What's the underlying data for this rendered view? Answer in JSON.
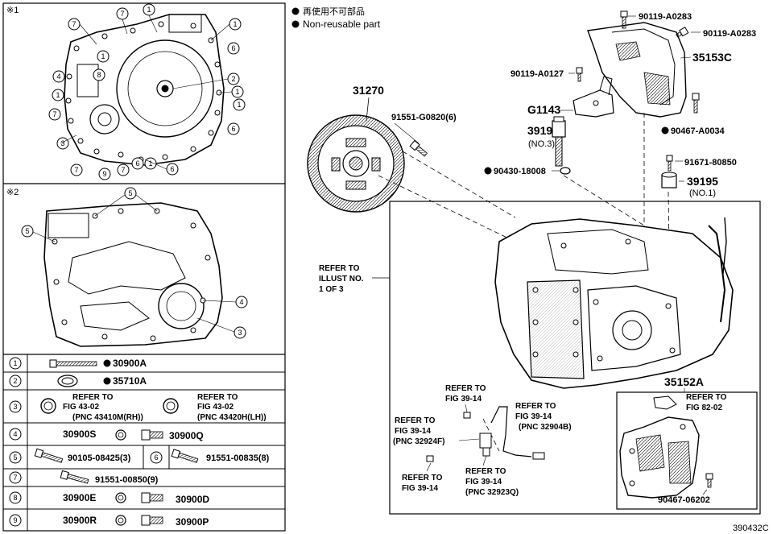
{
  "figure_id": "390432C",
  "legend": {
    "items": [
      {
        "text": "再使用不可部品"
      },
      {
        "text": "Non-reusable part"
      }
    ]
  },
  "insets": {
    "inset1_mark": "※1",
    "inset2_mark": "※2",
    "inset1_callouts": [
      "7",
      "1",
      "1",
      "7",
      "1",
      "6",
      "4",
      "8",
      "2",
      "7",
      "1",
      "1",
      "1",
      "6",
      "3",
      "7",
      "9",
      "7",
      "6",
      "1",
      "6"
    ],
    "inset2_callouts": [
      "5",
      "5",
      "4",
      "3"
    ]
  },
  "table": {
    "rows": [
      {
        "num": "1",
        "parts": [
          {
            "code": "30900A",
            "nr": true
          }
        ]
      },
      {
        "num": "2",
        "parts": [
          {
            "code": "35710A",
            "nr": true
          }
        ]
      },
      {
        "num": "3",
        "refer": [
          {
            "lines": [
              "REFER TO",
              "FIG 43-02",
              "(PNC 43410M(RH))"
            ]
          },
          {
            "lines": [
              "REFER TO",
              "FIG 43-02",
              "(PNC 43420H(LH))"
            ]
          }
        ]
      },
      {
        "num": "4",
        "parts": [
          {
            "code": "30900S"
          },
          {
            "code": "30900Q"
          }
        ]
      },
      {
        "num": "5",
        "parts": [
          {
            "code": "90105-08425(3)"
          }
        ],
        "num2": "6",
        "parts2": [
          {
            "code": "91551-00835(8)"
          }
        ]
      },
      {
        "num": "7",
        "parts": [
          {
            "code": "91551-00850(9)"
          }
        ]
      },
      {
        "num": "8",
        "parts": [
          {
            "code": "30900E"
          },
          {
            "code": "30900D"
          }
        ]
      },
      {
        "num": "9",
        "parts": [
          {
            "code": "30900R"
          },
          {
            "code": "30900P"
          }
        ]
      }
    ]
  },
  "parts": {
    "p31270": "31270",
    "p91551g": "91551-G0820(6)",
    "p90119a": "90119-A0283",
    "p90119b": "90119-A0283",
    "p35153c": "35153C",
    "p90119c": "90119-A0127",
    "pG1143": "G1143",
    "p39195a": "39195",
    "p39195a_note": "(NO.3)",
    "p90467a": "90467-A0034",
    "p90430": "90430-18008",
    "p91671": "91671-80850",
    "p39195b": "39195",
    "p39195b_note": "(NO.1)",
    "p35152a": "35152A",
    "p90467b": "90467-06202"
  },
  "refers": {
    "illust": [
      "REFER TO",
      "ILLUST NO.",
      "1 OF 3"
    ],
    "fig3914_top": [
      "REFER TO",
      "FIG 39-14"
    ],
    "fig3914_924f": [
      "REFER TO",
      "FIG 39-14",
      "(PNC 32924F)"
    ],
    "fig3914_904b": [
      "REFER TO",
      "FIG 39-14",
      "(PNC 32904B)"
    ],
    "fig3914_bottom": [
      "REFER TO",
      "FIG 39-14"
    ],
    "fig3914_923q": [
      "REFER TO",
      "FIG 39-14",
      "(PNC 32923Q)"
    ],
    "fig8202": [
      "REFER TO",
      "FIG 82-02"
    ]
  }
}
